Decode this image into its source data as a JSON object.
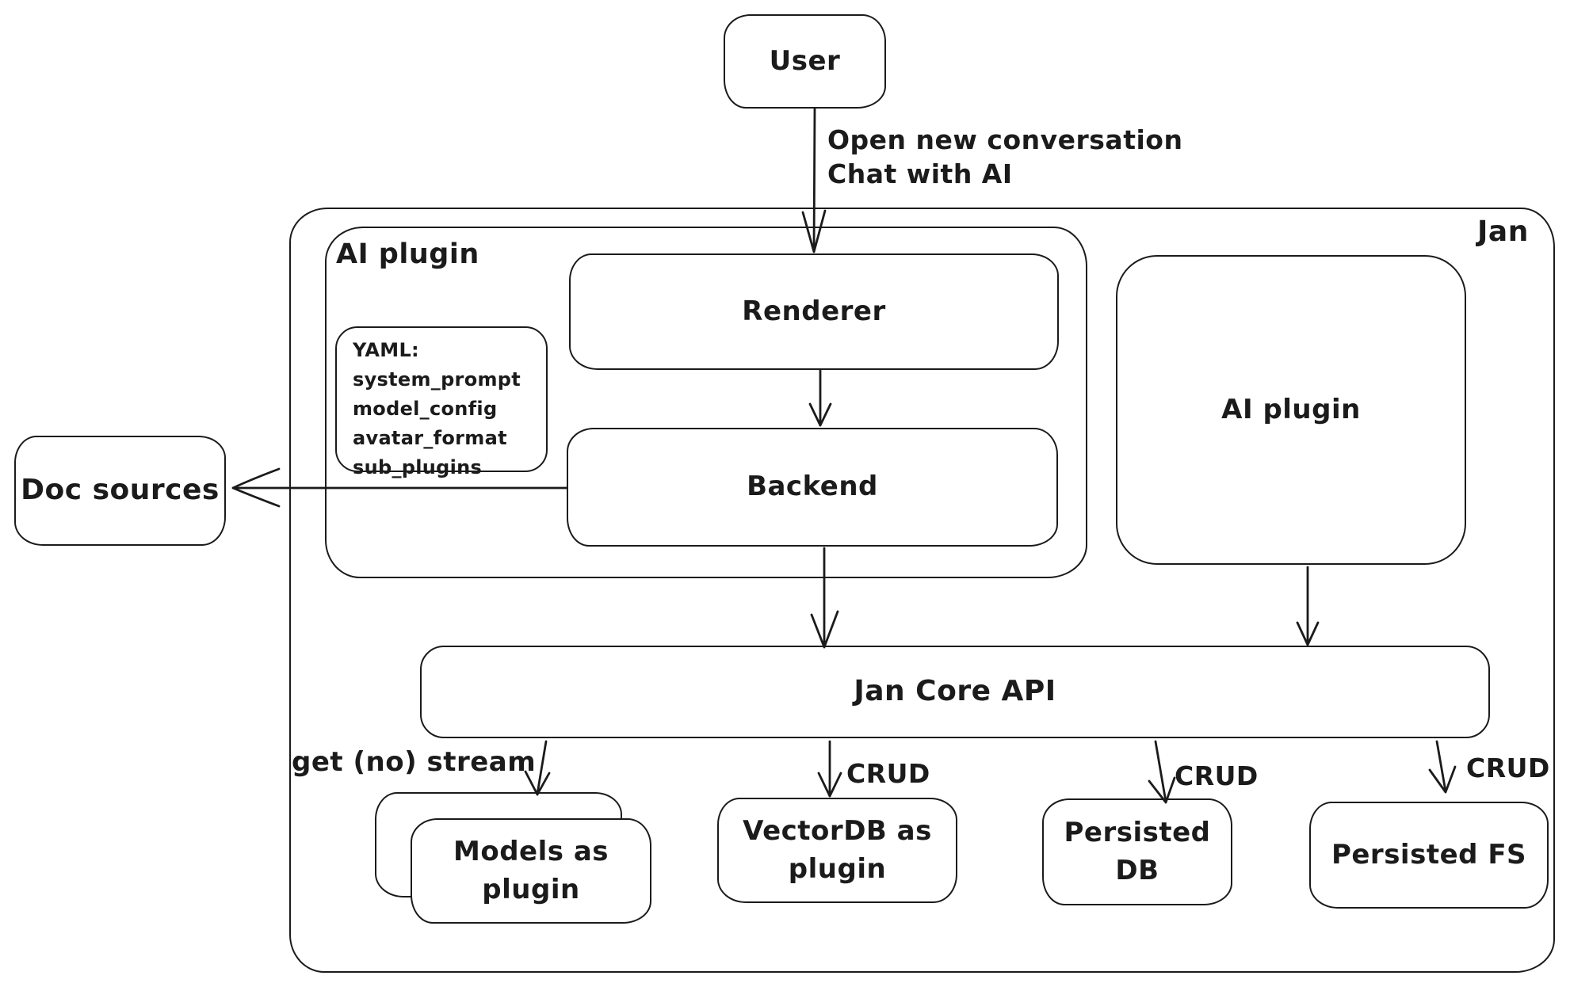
{
  "colors": {
    "stroke": "#1b1b1b",
    "background": "#ffffff"
  },
  "outer_container": {
    "label": "Jan"
  },
  "groups": {
    "ai_plugin_group": {
      "label": "AI plugin"
    }
  },
  "nodes": {
    "user": {
      "label": "User"
    },
    "renderer": {
      "label": "Renderer"
    },
    "backend": {
      "label": "Backend"
    },
    "doc_sources": {
      "label": "Doc sources"
    },
    "ai_plugin_right": {
      "label": "AI plugin"
    },
    "jan_core_api": {
      "label": "Jan Core API"
    },
    "models_as_plugin": {
      "label": "Models as plugin"
    },
    "vectordb_as_plugin": {
      "label": "VectorDB as plugin"
    },
    "persisted_db": {
      "label": "Persisted DB"
    },
    "persisted_fs": {
      "label": "Persisted FS"
    }
  },
  "note": {
    "lines": [
      "YAML:",
      "system_prompt",
      "model_config",
      "avatar_format",
      "sub_plugins"
    ]
  },
  "edge_labels": {
    "user_to_renderer_line1": "Open new conversation",
    "user_to_renderer_line2": "Chat with AI",
    "api_to_models": "get (no) stream",
    "api_to_vectordb": "CRUD",
    "api_to_persisted_db": "CRUD",
    "api_to_persisted_fs": "CRUD"
  }
}
